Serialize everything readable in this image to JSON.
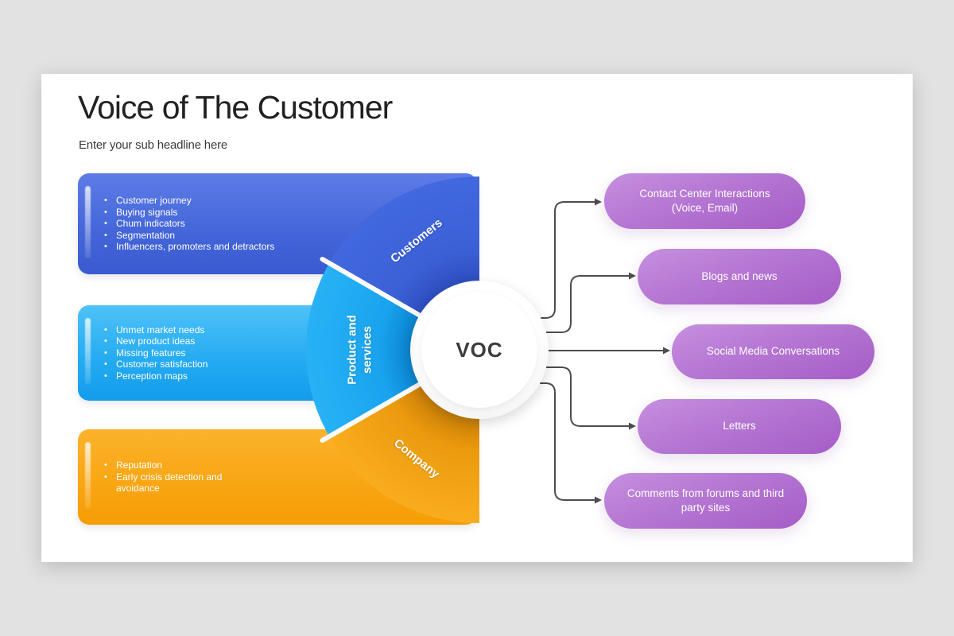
{
  "header": {
    "title": "Voice of The Customer",
    "subtitle": "Enter your sub headline here"
  },
  "center": {
    "label": "VOC"
  },
  "segments": [
    {
      "label": "Customers",
      "color": "#3e63da",
      "bullets": [
        "Customer journey",
        "Buying signals",
        "Chum indicators",
        "Segmentation",
        "Influencers, promoters and detractors"
      ]
    },
    {
      "label": "Product and services",
      "label_lines": [
        "Product and",
        "services"
      ],
      "color": "#1ba6f0",
      "bullets": [
        "Unmet market needs",
        "New product ideas",
        "Missing features",
        "Customer satisfaction",
        "Perception maps"
      ]
    },
    {
      "label": "Company",
      "color": "#f7a410",
      "bullets": [
        "Reputation",
        "Early crisis detection and avoidance"
      ]
    }
  ],
  "channels": [
    {
      "label": "Contact Center Interactions",
      "label2": "(Voice, Email)"
    },
    {
      "label": "Blogs and news"
    },
    {
      "label": "Social Media Conversations"
    },
    {
      "label": "Letters"
    },
    {
      "label": "Comments from forums and third party sites"
    }
  ],
  "colors": {
    "page_background": "#e3e2e3",
    "slide_background": "#ffffff",
    "blue": "#3e63da",
    "cyan": "#1ba6f0",
    "orange": "#f7a410",
    "purple": "#b06fd0",
    "connector": "#4d4d4d",
    "title_text": "#212121",
    "voc_text": "#3c3c3c"
  }
}
